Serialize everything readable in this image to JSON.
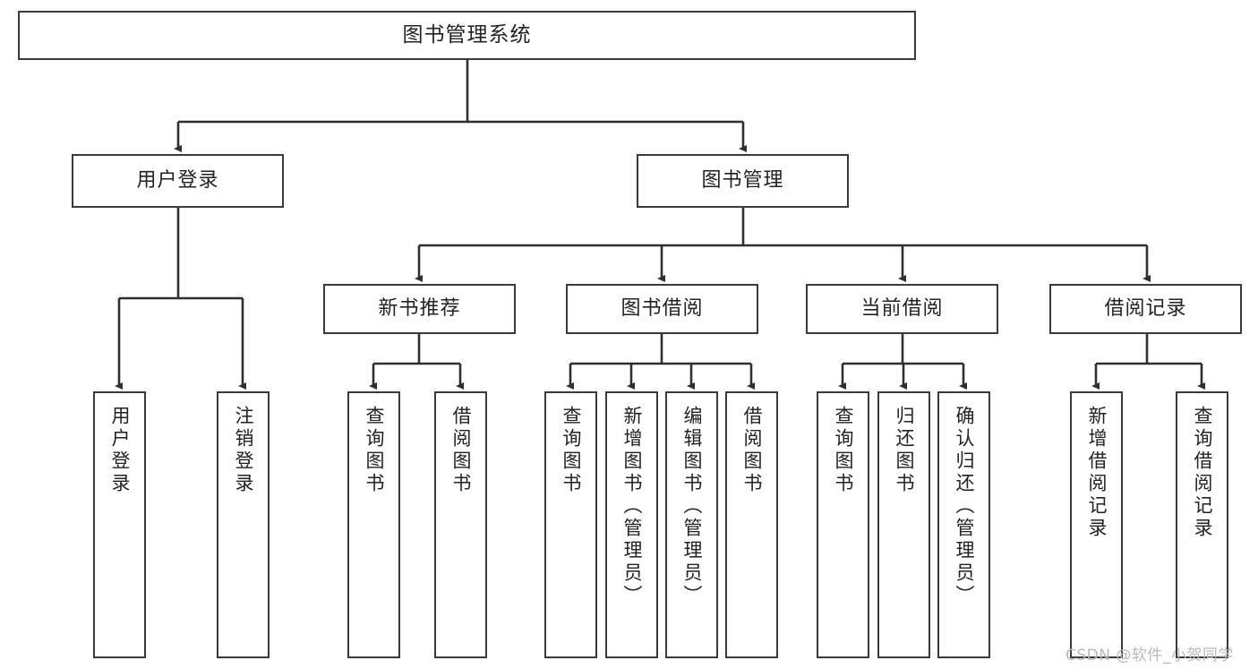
{
  "diagram": {
    "type": "tree",
    "title": "图书管理系统",
    "root": {
      "label": "图书管理系统"
    },
    "level2": [
      {
        "label": "用户登录"
      },
      {
        "label": "图书管理"
      }
    ],
    "level3": [
      {
        "label": "新书推荐"
      },
      {
        "label": "图书借阅"
      },
      {
        "label": "当前借阅"
      },
      {
        "label": "借阅记录"
      }
    ],
    "leaves": {
      "user_login": [
        {
          "label": "用户登录"
        },
        {
          "label": "注销登录"
        }
      ],
      "new_book_recommend": [
        {
          "label": "查询图书"
        },
        {
          "label": "借阅图书"
        }
      ],
      "book_borrow": [
        {
          "label": "查询图书"
        },
        {
          "label": "新增图书（管理员）"
        },
        {
          "label": "编辑图书（管理员）"
        },
        {
          "label": "借阅图书"
        }
      ],
      "current_borrow": [
        {
          "label": "查询图书"
        },
        {
          "label": "归还图书"
        },
        {
          "label": "确认归还（管理员）"
        }
      ],
      "borrow_record": [
        {
          "label": "新增借阅记录"
        },
        {
          "label": "查询借阅记录"
        }
      ]
    }
  },
  "watermark": {
    "text": "CSDN @软件_小贺同学"
  },
  "colors": {
    "box_border": "#3a3a3a",
    "line": "#2f2f2f",
    "text": "#222222",
    "background": "#ffffff",
    "watermark": "#b9b9b9"
  }
}
